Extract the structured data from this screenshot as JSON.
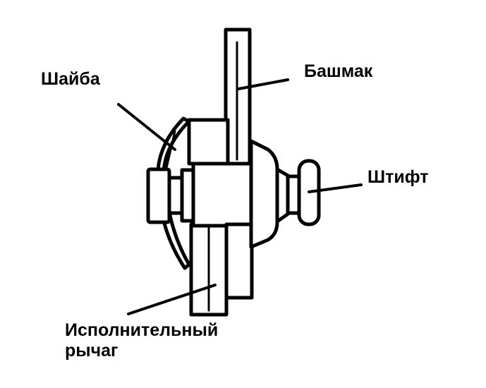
{
  "labels": {
    "washer": "Шайба",
    "shoe": "Башмак",
    "pin": "Штифт",
    "lever_line1": "Исполнительный",
    "lever_line2": "рычаг"
  },
  "colors": {
    "ink": "#000000",
    "paper": "#ffffff"
  }
}
